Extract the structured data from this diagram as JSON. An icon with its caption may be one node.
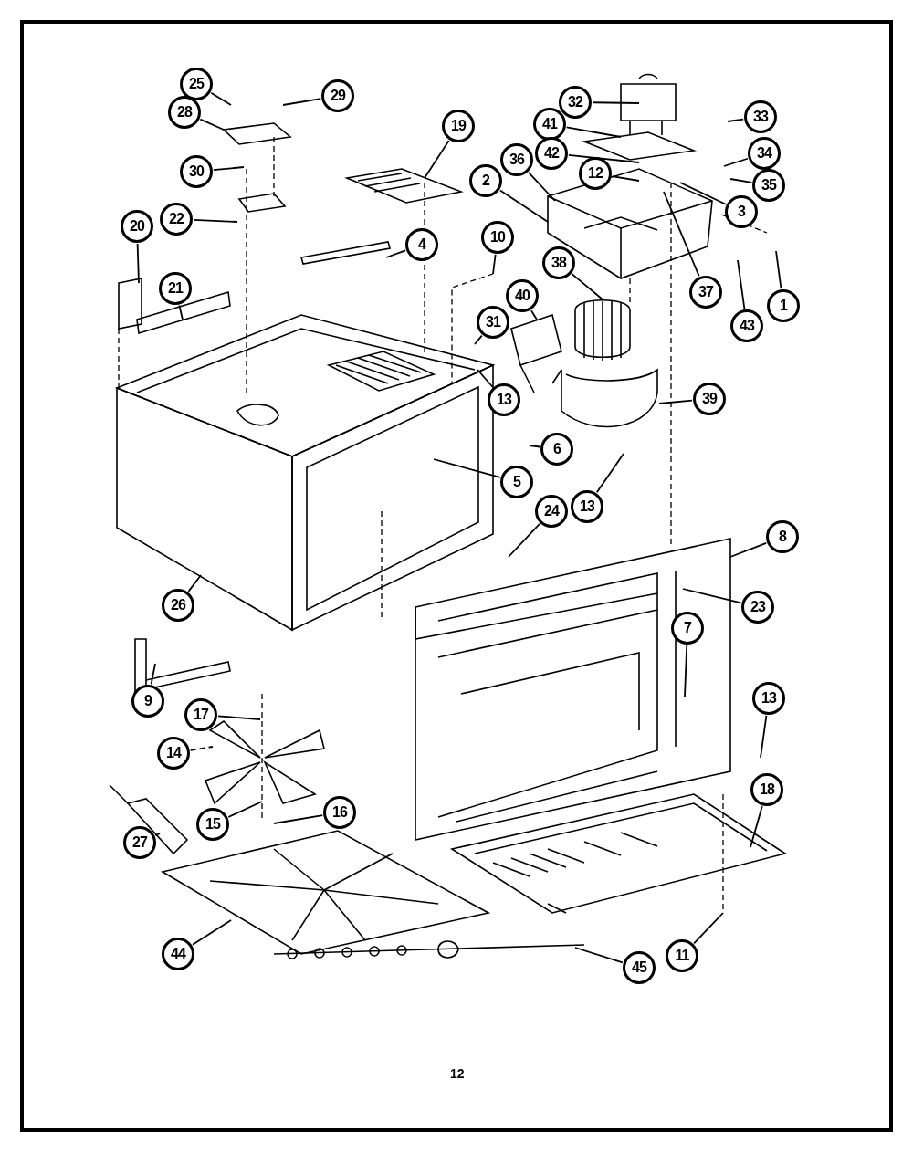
{
  "diagram": {
    "nodes": [
      {
        "text": [
          "25"
        ]
      },
      {
        "text": [
          "29"
        ]
      },
      {
        "text": [
          "32"
        ]
      },
      {
        "text": [
          "33"
        ]
      },
      {
        "text": [
          "28"
        ]
      },
      {
        "text": [
          "19"
        ]
      },
      {
        "text": [
          "41"
        ]
      },
      {
        "text": [
          "42"
        ]
      },
      {
        "text": [
          "34"
        ]
      },
      {
        "text": [
          "36"
        ]
      },
      {
        "text": [
          "12"
        ]
      },
      {
        "text": [
          "30"
        ]
      },
      {
        "text": [
          "2"
        ]
      },
      {
        "text": [
          "35"
        ]
      },
      {
        "text": [
          "3"
        ]
      },
      {
        "text": [
          "22"
        ]
      },
      {
        "text": [
          "20"
        ]
      },
      {
        "text": [
          "4"
        ]
      },
      {
        "text": [
          "10"
        ]
      },
      {
        "text": [
          "37"
        ]
      },
      {
        "text": [
          "1"
        ]
      },
      {
        "text": [
          "38"
        ]
      },
      {
        "text": [
          "21"
        ]
      },
      {
        "text": [
          "40"
        ]
      },
      {
        "text": [
          "43"
        ]
      },
      {
        "text": [
          "31"
        ]
      },
      {
        "text": [
          "13"
        ]
      },
      {
        "text": [
          "39"
        ]
      },
      {
        "text": [
          "6"
        ]
      },
      {
        "text": [
          "5"
        ]
      },
      {
        "text": [
          "13"
        ]
      },
      {
        "text": [
          "24"
        ]
      },
      {
        "text": [
          "8"
        ]
      },
      {
        "text": [
          "23"
        ]
      },
      {
        "text": [
          "26"
        ]
      },
      {
        "text": [
          "7"
        ]
      },
      {
        "text": [
          "9"
        ]
      },
      {
        "text": [
          "17"
        ]
      },
      {
        "text": [
          "13"
        ]
      },
      {
        "text": [
          "14"
        ]
      },
      {
        "text": [
          "18"
        ]
      },
      {
        "text": [
          "15"
        ]
      },
      {
        "text": [
          "16"
        ]
      },
      {
        "text": [
          "27"
        ]
      },
      {
        "text": [
          "44"
        ]
      },
      {
        "text": [
          "11"
        ]
      },
      {
        "text": [
          "45"
        ]
      }
    ],
    "edges": [
      {
        "from": 0,
        "to": null,
        "arrow": "none"
      },
      {
        "from": 1,
        "to": null,
        "arrow": "none"
      },
      {
        "from": 2,
        "to": null,
        "arrow": "none"
      },
      {
        "from": 3,
        "to": null,
        "arrow": "none"
      },
      {
        "from": 4,
        "to": null,
        "arrow": "none"
      },
      {
        "from": 5,
        "to": null,
        "arrow": "none"
      },
      {
        "from": 6,
        "to": null,
        "arrow": "none"
      },
      {
        "from": 7,
        "to": null,
        "arrow": "none"
      },
      {
        "from": 8,
        "to": null,
        "arrow": "none"
      },
      {
        "from": 9,
        "to": null,
        "arrow": "none"
      },
      {
        "from": 10,
        "to": null,
        "arrow": "none"
      },
      {
        "from": 11,
        "to": null,
        "arrow": "none"
      },
      {
        "from": 12,
        "to": null,
        "arrow": "none"
      },
      {
        "from": 13,
        "to": null,
        "arrow": "none"
      },
      {
        "from": 14,
        "to": null,
        "arrow": "none"
      },
      {
        "from": 15,
        "to": null,
        "arrow": "none"
      },
      {
        "from": 16,
        "to": null,
        "arrow": "none"
      },
      {
        "from": 17,
        "to": null,
        "arrow": "none"
      },
      {
        "from": 18,
        "to": null,
        "arrow": "none"
      },
      {
        "from": 19,
        "to": null,
        "arrow": "none"
      },
      {
        "from": 20,
        "to": null,
        "arrow": "none"
      },
      {
        "from": 21,
        "to": null,
        "arrow": "none"
      },
      {
        "from": 22,
        "to": null,
        "arrow": "none"
      },
      {
        "from": 23,
        "to": null,
        "arrow": "none"
      },
      {
        "from": 24,
        "to": null,
        "arrow": "none"
      },
      {
        "from": 25,
        "to": null,
        "arrow": "none"
      },
      {
        "from": 26,
        "to": null,
        "arrow": "none"
      },
      {
        "from": 27,
        "to": null,
        "arrow": "none"
      },
      {
        "from": 28,
        "to": null,
        "arrow": "none"
      },
      {
        "from": 29,
        "to": null,
        "arrow": "none"
      },
      {
        "from": 30,
        "to": null,
        "arrow": "none"
      },
      {
        "from": 31,
        "to": null,
        "arrow": "none"
      },
      {
        "from": 32,
        "to": null,
        "arrow": "none"
      },
      {
        "from": 33,
        "to": null,
        "arrow": "none"
      },
      {
        "from": 34,
        "to": null,
        "arrow": "none"
      },
      {
        "from": 35,
        "to": null,
        "arrow": "none"
      },
      {
        "from": 36,
        "to": null,
        "arrow": "none"
      },
      {
        "from": 37,
        "to": null,
        "arrow": "none"
      },
      {
        "from": 38,
        "to": null,
        "arrow": "none"
      },
      {
        "from": 39,
        "to": null,
        "arrow": "none",
        "style": "dashed"
      },
      {
        "from": 40,
        "to": null,
        "arrow": "none"
      },
      {
        "from": 41,
        "to": null,
        "arrow": "none"
      },
      {
        "from": 42,
        "to": null,
        "arrow": "none"
      },
      {
        "from": 43,
        "to": null,
        "arrow": "none"
      },
      {
        "from": 44,
        "to": null,
        "arrow": "none"
      },
      {
        "from": 45,
        "to": null,
        "arrow": "none"
      },
      {
        "from": 46,
        "to": null,
        "arrow": "none"
      }
    ],
    "labels": [
      "12"
    ]
  }
}
